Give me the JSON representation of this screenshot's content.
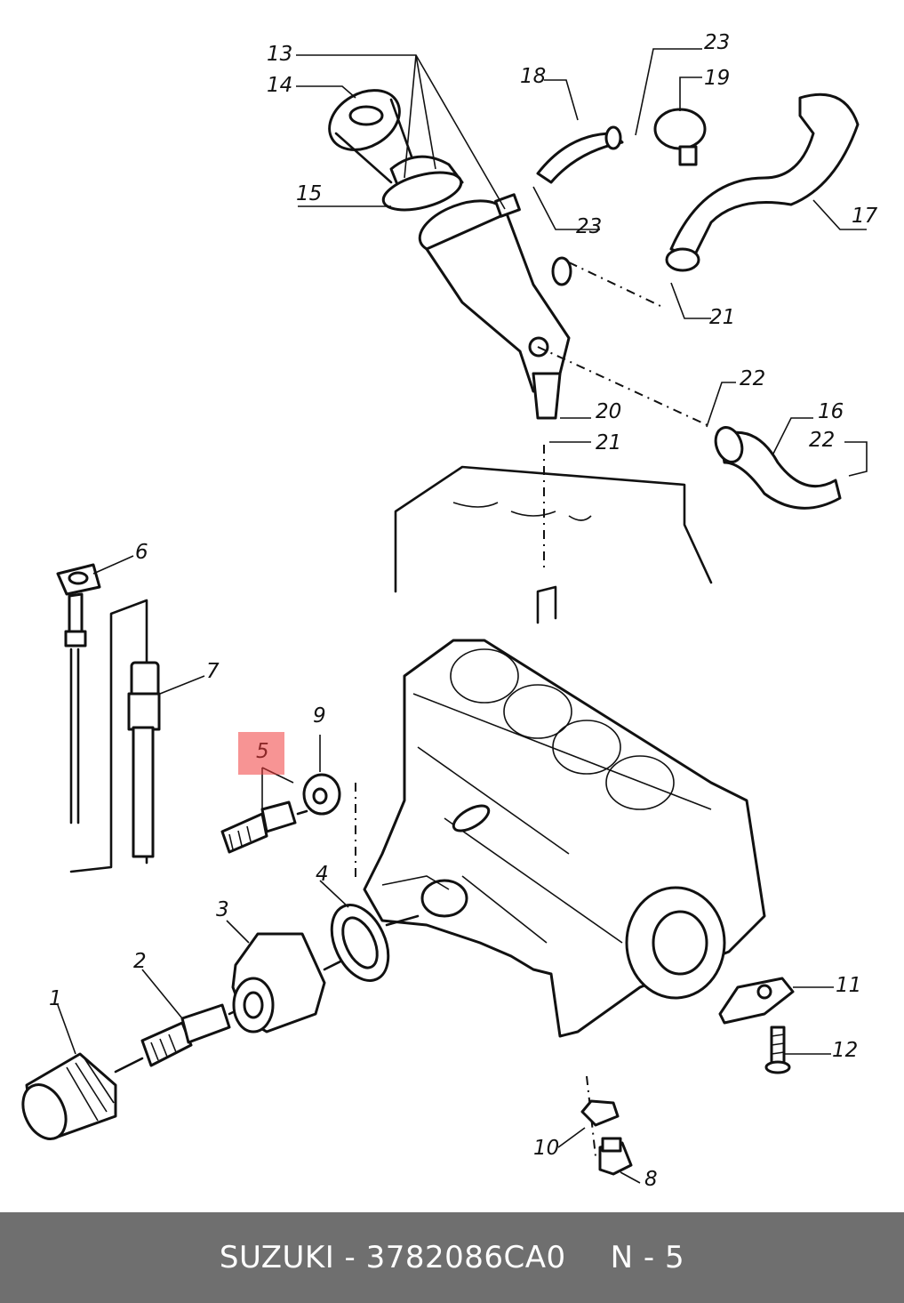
{
  "diagram": {
    "callouts": [
      {
        "id": "1",
        "text": "1"
      },
      {
        "id": "2",
        "text": "2"
      },
      {
        "id": "3",
        "text": "3"
      },
      {
        "id": "4",
        "text": "4"
      },
      {
        "id": "5",
        "text": "5"
      },
      {
        "id": "6",
        "text": "6"
      },
      {
        "id": "7",
        "text": "7"
      },
      {
        "id": "8",
        "text": "8"
      },
      {
        "id": "9",
        "text": "9"
      },
      {
        "id": "10",
        "text": "10"
      },
      {
        "id": "11",
        "text": "11"
      },
      {
        "id": "12",
        "text": "12"
      },
      {
        "id": "13",
        "text": "13"
      },
      {
        "id": "14",
        "text": "14"
      },
      {
        "id": "15",
        "text": "15"
      },
      {
        "id": "16",
        "text": "16"
      },
      {
        "id": "17",
        "text": "17"
      },
      {
        "id": "18",
        "text": "18"
      },
      {
        "id": "19",
        "text": "19"
      },
      {
        "id": "20",
        "text": "20"
      },
      {
        "id": "21a",
        "text": "21"
      },
      {
        "id": "21b",
        "text": "21"
      },
      {
        "id": "22a",
        "text": "22"
      },
      {
        "id": "22b",
        "text": "22"
      },
      {
        "id": "23a",
        "text": "23"
      },
      {
        "id": "23b",
        "text": "23"
      }
    ],
    "highlighted_part": "5",
    "highlight_color": "#f03c3c"
  },
  "footer": {
    "brand_part": "SUZUKI - 3782086CA0",
    "page_ref": "N - 5",
    "background_color": "#6f6f6f"
  }
}
